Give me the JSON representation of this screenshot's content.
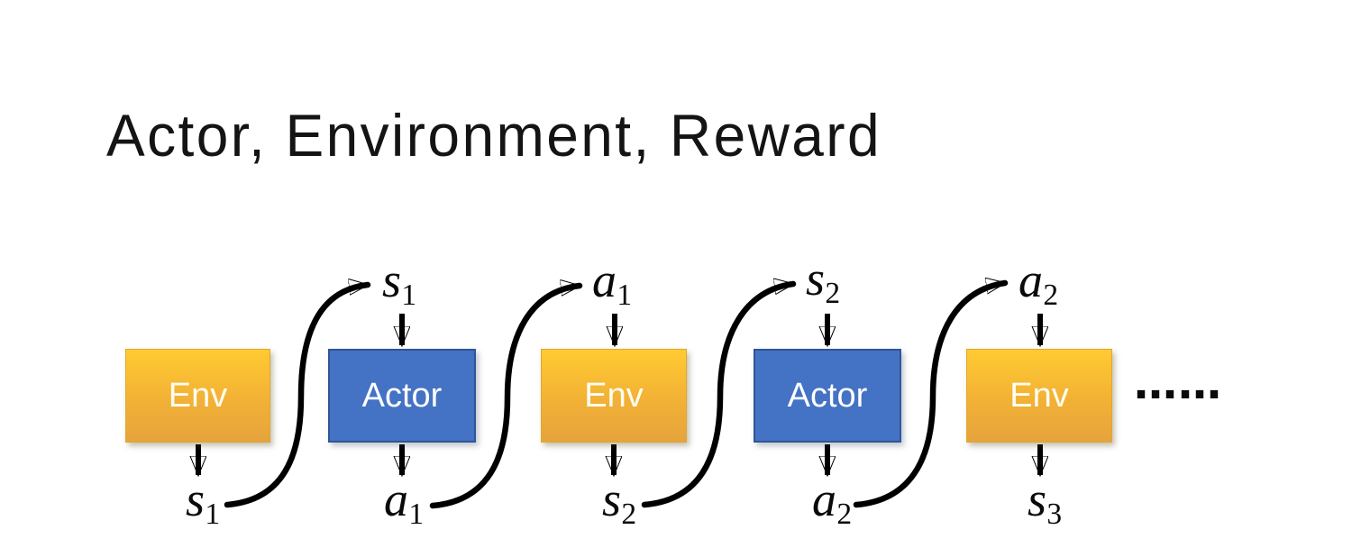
{
  "title": "Actor, Environment, Reward",
  "diagram": {
    "boxes": [
      {
        "type": "env",
        "label": "Env"
      },
      {
        "type": "actor",
        "label": "Actor"
      },
      {
        "type": "env",
        "label": "Env"
      },
      {
        "type": "actor",
        "label": "Actor"
      },
      {
        "type": "env",
        "label": "Env"
      }
    ],
    "top_labels": [
      {
        "base": "s",
        "sub": "1"
      },
      {
        "base": "a",
        "sub": "1"
      },
      {
        "base": "s",
        "sub": "2"
      },
      {
        "base": "a",
        "sub": "2"
      }
    ],
    "bottom_labels": [
      {
        "base": "s",
        "sub": "1"
      },
      {
        "base": "a",
        "sub": "1"
      },
      {
        "base": "s",
        "sub": "2"
      },
      {
        "base": "a",
        "sub": "2"
      },
      {
        "base": "s",
        "sub": "3"
      }
    ],
    "ellipsis": "……",
    "flow": [
      "Env → s1",
      "s1 → Actor",
      "Actor → a1",
      "a1 → Env",
      "Env → s2",
      "s2 → Actor",
      "Actor → a2",
      "a2 → Env",
      "Env → s3"
    ],
    "colors": {
      "env_gradient_top": "#FFCB31",
      "env_gradient_bottom": "#E5A43C",
      "actor_fill": "#4472C4",
      "actor_border": "#2F5597",
      "arrow": "#000000",
      "box_text": "#FFFFFF",
      "title_text": "#141414"
    }
  }
}
